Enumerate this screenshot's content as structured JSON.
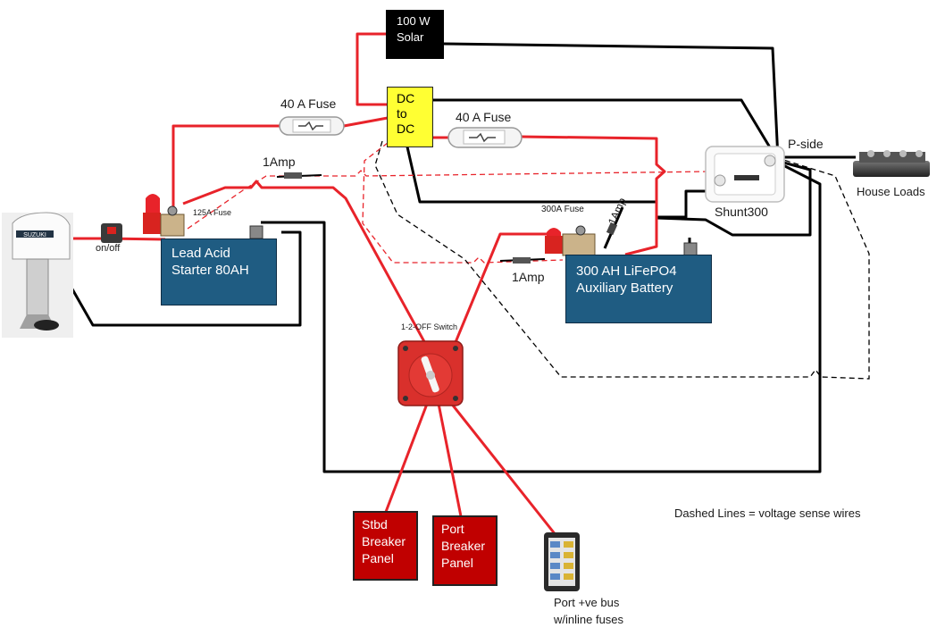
{
  "colors": {
    "positive_wire": "#e8232a",
    "negative_wire": "#000000",
    "sense_wire_red": "#e8232a",
    "sense_wire_black": "#000000",
    "battery_fill": "#1f5c82",
    "dcdc_fill": "#ffff33",
    "panel_fill": "#c00000"
  },
  "icons": {
    "outboard": "suzuki-outboard-motor-icon",
    "switch": "battery-switch-icon",
    "busbar": "terminal-bus-bar-icon",
    "fuse_block": "fuse-block-icon",
    "shunt": "battery-monitor-shunt-icon"
  },
  "components": {
    "solar": {
      "line1": "100 W",
      "line2": "Solar"
    },
    "dcdc": {
      "line1": "DC",
      "line2": "to",
      "line3": "DC"
    },
    "lead_acid": {
      "line1": "Lead Acid",
      "line2": "Starter 80AH"
    },
    "lifepo4": {
      "line1": "300 AH LiFePO4",
      "line2": "Auxiliary Battery"
    },
    "stbd_panel": {
      "line1": "Stbd",
      "line2": "Breaker",
      "line3": "Panel"
    },
    "port_panel": {
      "line1": "Port",
      "line2": "Breaker",
      "line3": "Panel"
    },
    "motor_logo": "SUZUKI"
  },
  "labels": {
    "fuse_40a_left": "40 A Fuse",
    "fuse_40a_right": "40 A Fuse",
    "fuse_1amp_top": "1Amp",
    "fuse_1amp_bottom": "1Amp",
    "fuse_1amp_diag": "1Amp",
    "fuse_125a": "125A Fuse",
    "fuse_300a": "300A Fuse",
    "onoff": "on/off",
    "switch": "1-2-OFF Switch",
    "shunt": "Shunt300",
    "pside": "P-side",
    "house": "House Loads",
    "portbus_line1": "Port +ve bus",
    "portbus_line2": "w/inline fuses",
    "legend": "Dashed Lines = voltage sense wires"
  }
}
